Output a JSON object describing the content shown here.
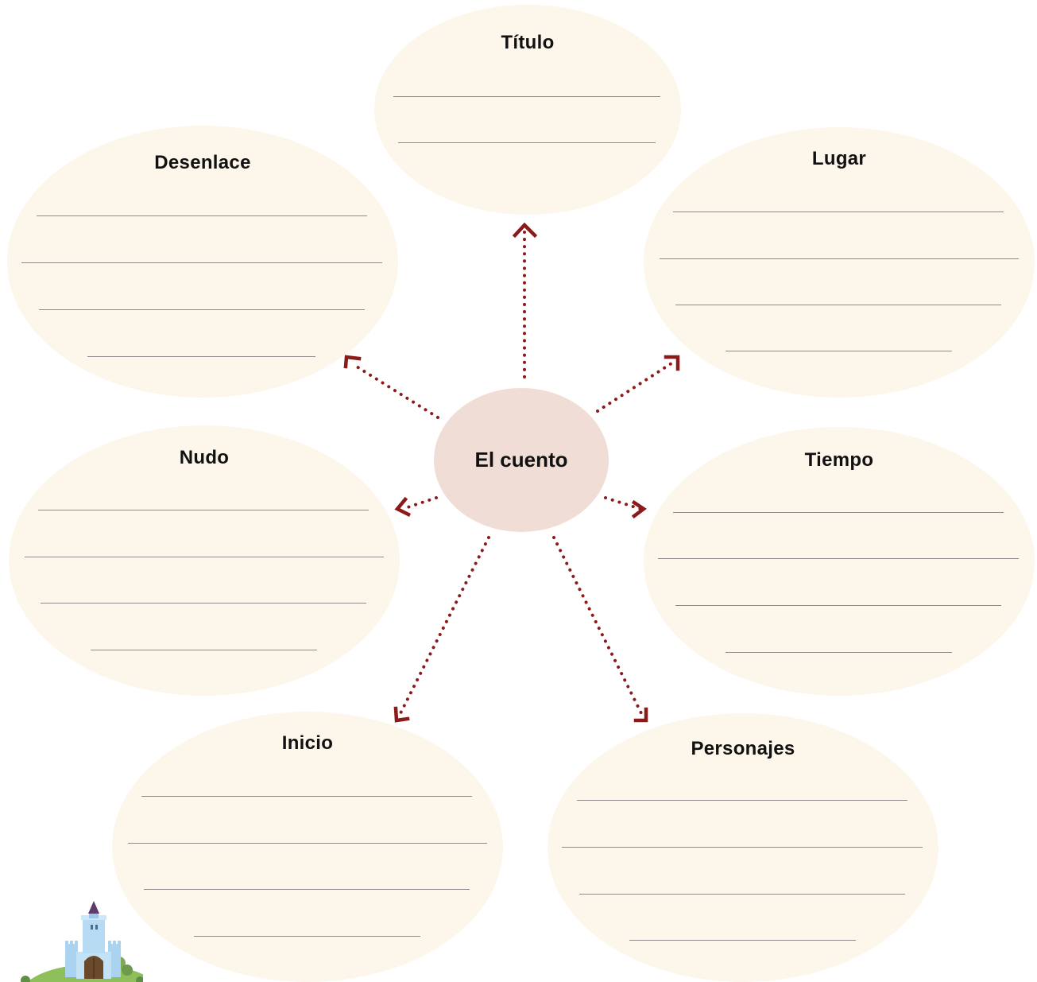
{
  "center": {
    "label": "El cuento"
  },
  "nodes": {
    "titulo": {
      "label": "Título"
    },
    "lugar": {
      "label": "Lugar"
    },
    "tiempo": {
      "label": "Tiempo"
    },
    "personajes": {
      "label": "Personajes"
    },
    "inicio": {
      "label": "Inicio"
    },
    "nudo": {
      "label": "Nudo"
    },
    "desenlace": {
      "label": "Desenlace"
    }
  },
  "colors": {
    "bubble": "#fdf6ea",
    "center": "#efddd6",
    "arrow": "#8b1a1a",
    "writing_line": "#8e8c88"
  },
  "icons": {
    "illustration": "castle-icon"
  }
}
